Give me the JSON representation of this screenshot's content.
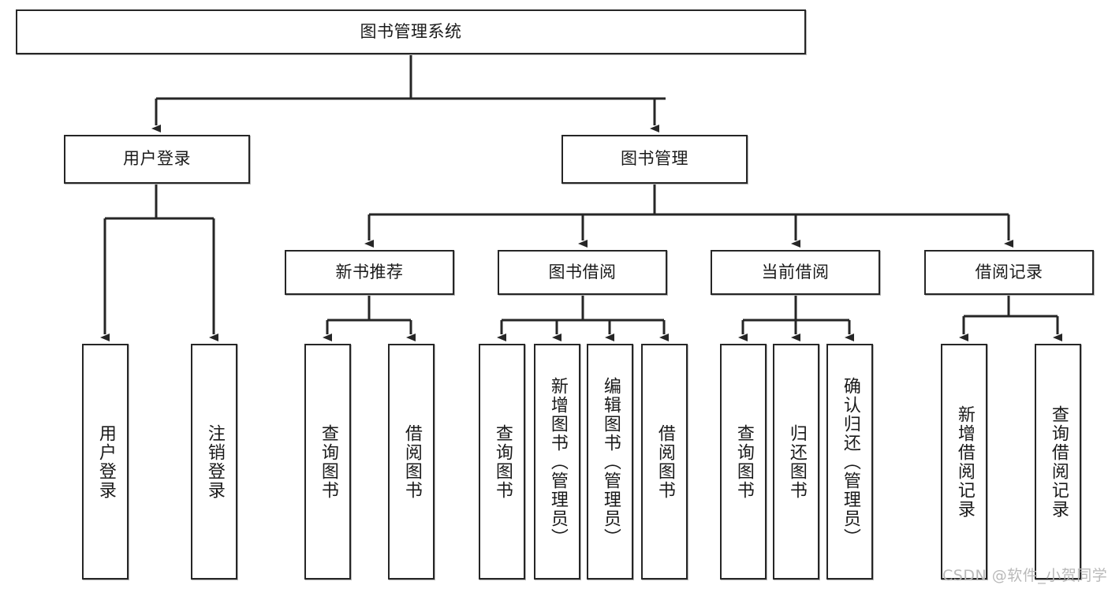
{
  "diagram": {
    "title": "图书管理系统",
    "watermark": "CSDN @软件_小贺同学",
    "colors": {
      "border": "#262626",
      "background": "#ffffff",
      "text": "#1a1a1a",
      "edge": "#262626",
      "watermark": "#b9b9b9"
    },
    "nodes": {
      "root": {
        "label": "图书管理系统"
      },
      "level2": [
        {
          "id": "user-login",
          "label": "用户登录"
        },
        {
          "id": "book-manage",
          "label": "图书管理"
        }
      ],
      "level3": [
        {
          "id": "new-book-recommend",
          "label": "新书推荐"
        },
        {
          "id": "book-borrow",
          "label": "图书借阅"
        },
        {
          "id": "current-borrow",
          "label": "当前借阅"
        },
        {
          "id": "borrow-record",
          "label": "借阅记录"
        }
      ],
      "leaves": {
        "user_login": [
          {
            "id": "leaf-user-login",
            "label": "用户登录"
          },
          {
            "id": "leaf-user-logout",
            "label": "注销登录"
          }
        ],
        "new_book_recommend": [
          {
            "id": "leaf-query-book-1",
            "label": "查询图书"
          },
          {
            "id": "leaf-borrow-book-1",
            "label": "借阅图书"
          }
        ],
        "book_borrow": [
          {
            "id": "leaf-query-book-2",
            "label": "查询图书"
          },
          {
            "id": "leaf-add-book",
            "label": "新增图书（管理员）"
          },
          {
            "id": "leaf-edit-book",
            "label": "编辑图书（管理员）"
          },
          {
            "id": "leaf-borrow-book-2",
            "label": "借阅图书"
          }
        ],
        "current_borrow": [
          {
            "id": "leaf-query-book-3",
            "label": "查询图书"
          },
          {
            "id": "leaf-return-book",
            "label": "归还图书"
          },
          {
            "id": "leaf-confirm-return",
            "label": "确认归还（管理员）"
          }
        ],
        "borrow_record": [
          {
            "id": "leaf-add-record",
            "label": "新增借阅记录"
          },
          {
            "id": "leaf-query-record",
            "label": "查询借阅记录"
          }
        ]
      }
    }
  }
}
